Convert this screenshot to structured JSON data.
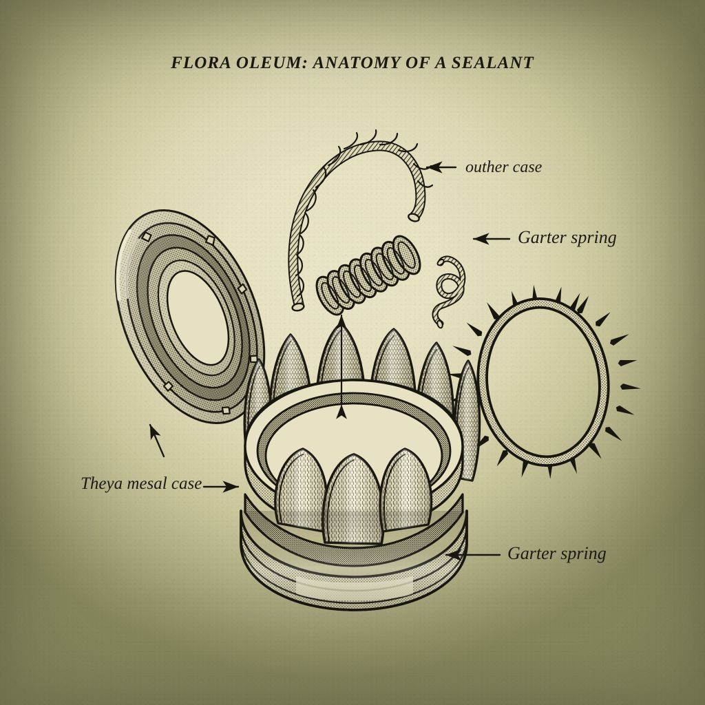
{
  "plate": {
    "title": "FLORA OLEUM: ANATOMY OF A SEALANT",
    "style": "vintage engraved exploded-view technical illustration",
    "ink_color": "#1b1a13",
    "paper_center_color": "#e8e4c6",
    "paper_edge_color": "#87875f"
  },
  "labels": {
    "outher_case": "outher case",
    "garter_spring_top": "Garter spring",
    "theya_mesal_case": "Theya mesal case",
    "garter_spring_bottom": "Garter spring"
  },
  "components": [
    {
      "id": "lid-ring",
      "name": "tilted elliptical grooved lid ring",
      "label": "Theya mesal case",
      "position": "left",
      "grooves": 4,
      "notch_tabs": 6
    },
    {
      "id": "braided-cord",
      "name": "twisted braided cord arc",
      "label": "outher case",
      "position": "upper-center"
    },
    {
      "id": "coil-spring",
      "name": "helical coil spring",
      "label": "Garter spring",
      "position": "center",
      "coils": 8
    },
    {
      "id": "wire-squiggle",
      "name": "looped wire fragment",
      "label": "Garter spring",
      "position": "upper-right"
    },
    {
      "id": "thorn-ring",
      "name": "thorned elliptical garter ring",
      "label": "Garter spring",
      "position": "right",
      "thorns": 22
    },
    {
      "id": "crown-vessel",
      "name": "petalled crown vessel with banded base",
      "label": "Theya mesal case",
      "position": "center-bottom",
      "outer_petals": 7,
      "inner_petals": 3
    }
  ],
  "arrows": [
    {
      "id": "arrow-outher-case",
      "direction": "left",
      "points_to": "braided-cord"
    },
    {
      "id": "arrow-garter-top",
      "direction": "left",
      "points_to": "wire-squiggle"
    },
    {
      "id": "arrow-theya-up",
      "direction": "up-left",
      "points_to": "lid-ring"
    },
    {
      "id": "arrow-theya-right",
      "direction": "right",
      "points_to": "crown-vessel"
    },
    {
      "id": "arrow-garter-bottom",
      "direction": "left",
      "points_to": "crown-base-band"
    },
    {
      "id": "arrow-dimension",
      "direction": "vertical-double",
      "points_to": "crown-petal-height"
    }
  ]
}
